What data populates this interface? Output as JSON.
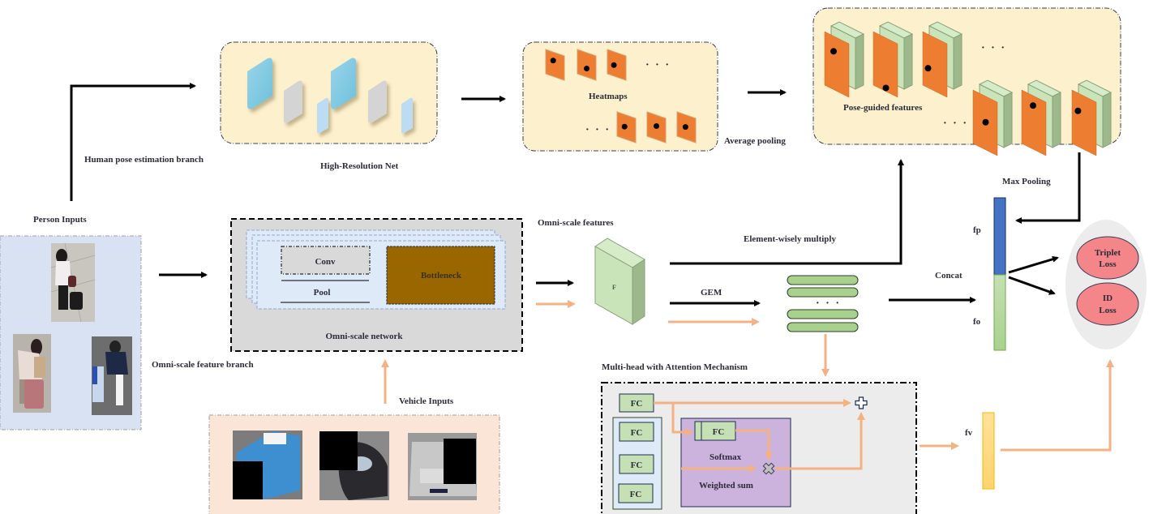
{
  "diagram": {
    "branches": {
      "pose_branch": "Human pose estimation branch",
      "omni_branch": "Omni-scale feature branch"
    },
    "inputs": {
      "person": "Person Inputs",
      "vehicle": "Vehicle Inputs",
      "person_images": [
        "person-1",
        "person-2",
        "person-3"
      ],
      "vehicle_images": [
        "bus",
        "black-car",
        "silver-car"
      ]
    },
    "hrnet": {
      "label": "High-Resolution Net"
    },
    "heatmaps": {
      "label": "Heatmaps",
      "ellipsis": "· · ·"
    },
    "avg_pool": "Average pooling",
    "pose_features": {
      "label": "Pose-guided features",
      "ellipsis": "· · ·"
    },
    "max_pool": "Max Pooling",
    "omni_net": {
      "label": "Omni-scale network",
      "conv": "Conv",
      "pool": "Pool",
      "bottleneck": "Bottleneck"
    },
    "omni_features": {
      "label": "Omni-scale features",
      "glyph": "F"
    },
    "element_multiply": "Element-wisely multiply",
    "gem": "GEM",
    "gem_ellipsis": "· · ·",
    "concat": "Concat",
    "vectors": {
      "fp": "fp",
      "fo": "fo",
      "fv": "fv"
    },
    "losses": {
      "triplet": "Triplet Loss",
      "triplet_l1": "Triplet",
      "triplet_l2": "Loss",
      "id_l1": "ID",
      "id_l2": "Loss"
    },
    "attention": {
      "title": "Multi-head with Attention Mechanism",
      "fc": "FC",
      "softmax": "Softmax",
      "weighted_sum": "Weighted sum"
    },
    "colors": {
      "cream": "#fdf0cc",
      "person_bg": "#d9e2f3",
      "vehicle_bg": "#fbe5d6",
      "omni_bg": "#d9d9d9",
      "bottleneck": "#996600",
      "orange_arrow": "#f4b183",
      "orange_map": "#ed7d31",
      "fp_blue": "#4472c4",
      "fo_green": "#a9d18e",
      "fv_yellow": "#ffd966",
      "loss_pink": "#f4868a",
      "softmax_purple": "#cbb3de",
      "fc_green": "#c5e0b4"
    }
  }
}
